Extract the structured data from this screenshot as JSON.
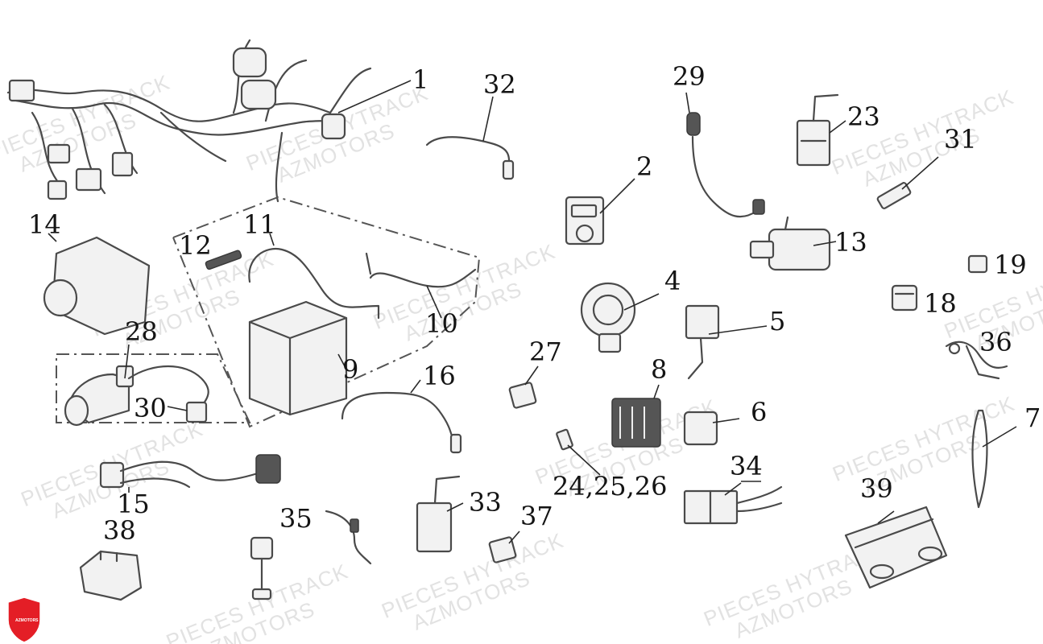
{
  "callouts": {
    "c1": "1",
    "c2": "2",
    "c4": "4",
    "c5": "5",
    "c6": "6",
    "c7": "7",
    "c8": "8",
    "c9": "9",
    "c10": "10",
    "c11": "11",
    "c12": "12",
    "c13": "13",
    "c14": "14",
    "c15": "15",
    "c16": "16",
    "c18": "18",
    "c19": "19",
    "c23": "23",
    "c24": "24,25,26",
    "c27": "27",
    "c28": "28",
    "c29": "29",
    "c30": "30",
    "c31": "31",
    "c32": "32",
    "c33": "33",
    "c34": "34",
    "c35": "35",
    "c36": "36",
    "c37": "37",
    "c38": "38",
    "c39": "39"
  },
  "watermark": {
    "line1": "PIECES HYTRACK",
    "line2": "AZMOTORS"
  },
  "logo": {
    "text": "AZMOTORS",
    "color": "#e41e26"
  }
}
